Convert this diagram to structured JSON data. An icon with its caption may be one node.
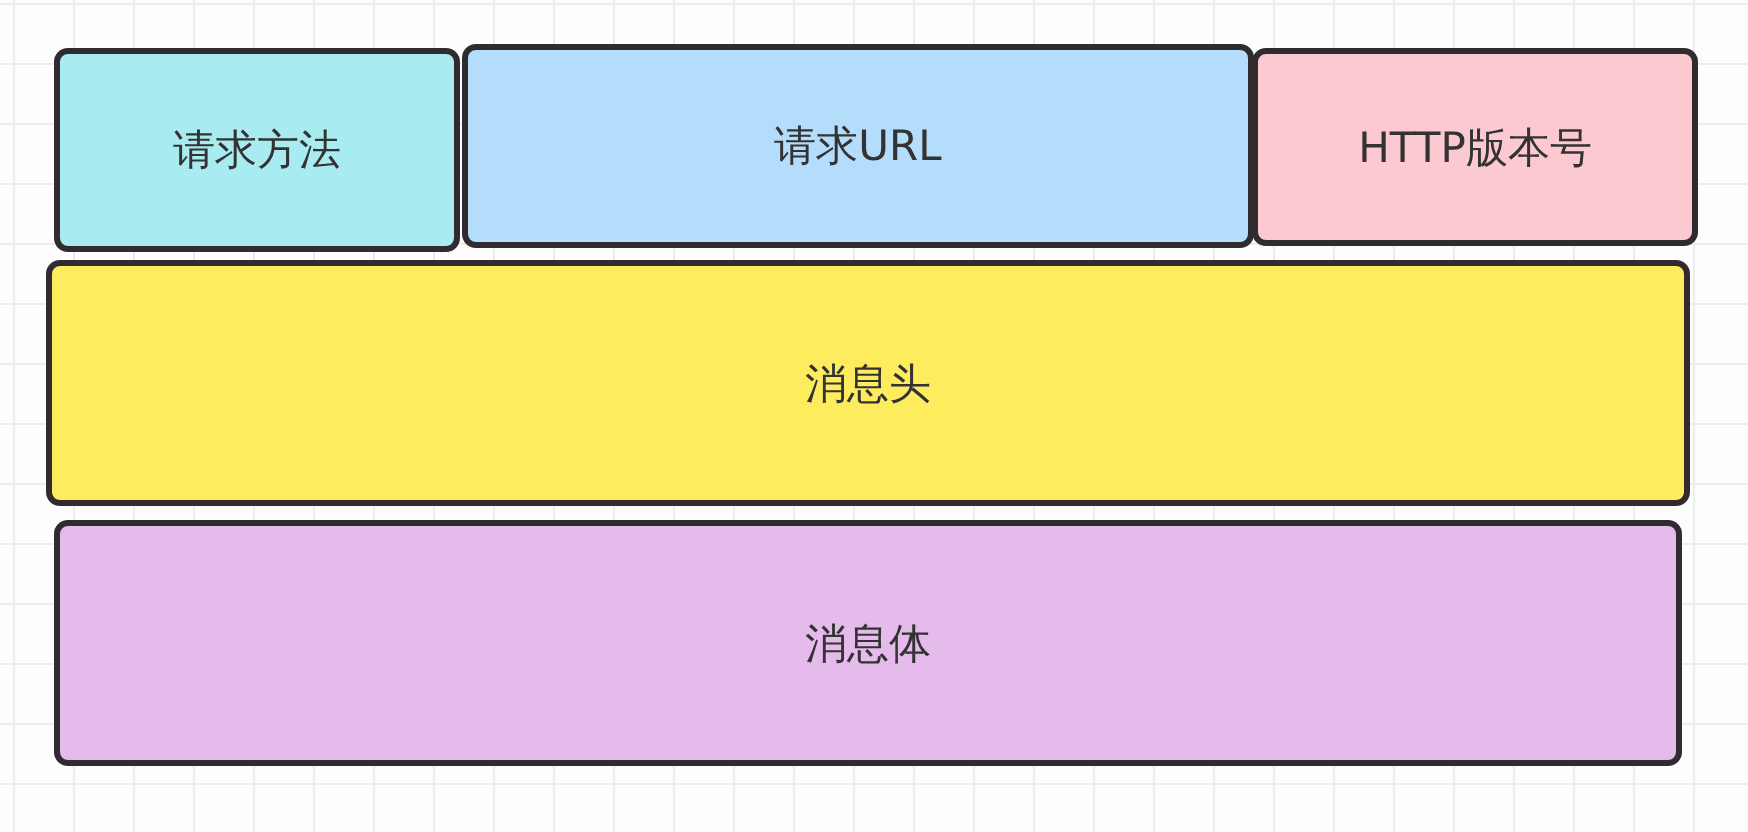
{
  "diagram": {
    "nodes": [
      {
        "text": [
          "请求方法"
        ]
      },
      {
        "text": [
          "请求URL"
        ]
      },
      {
        "text": [
          "HTTP版本号"
        ]
      },
      {
        "text": [
          "消息头"
        ]
      },
      {
        "text": [
          "消息体"
        ]
      }
    ]
  }
}
